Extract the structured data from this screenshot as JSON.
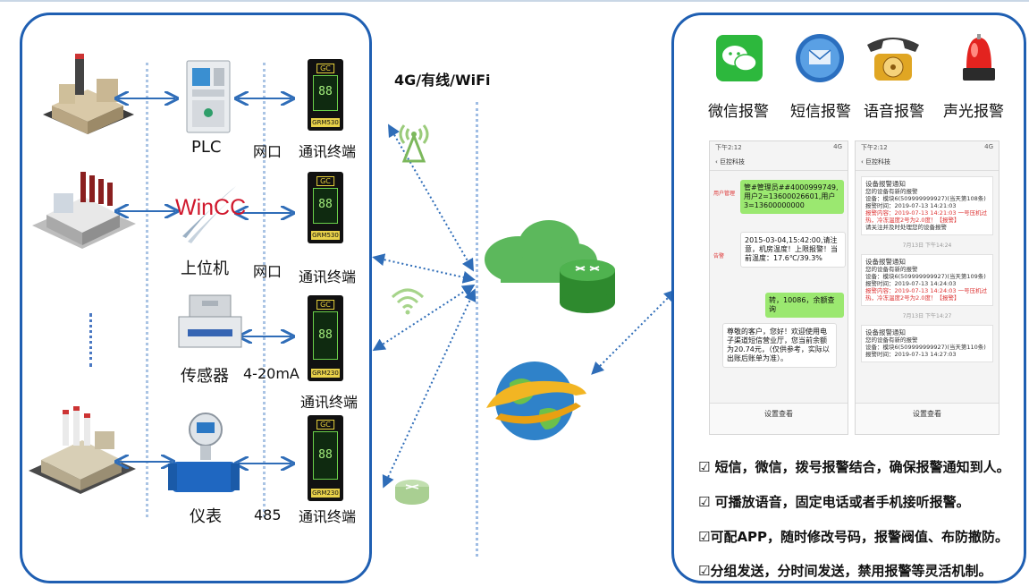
{
  "devices": {
    "plc": "PLC",
    "upper": "上位机",
    "sensor": "传感器",
    "meter": "仪表",
    "wincc": "WinCC"
  },
  "links": {
    "net1": "网口",
    "net2": "网口",
    "analog": "4-20mA",
    "rs485": "485"
  },
  "terminals": {
    "label": "通讯终端",
    "badge": "GC",
    "model1": "GRM530",
    "model2": "GRM530",
    "model3": "GRM230",
    "model4": "GRM230",
    "digits": "88"
  },
  "network": {
    "label": "4G/有线/WiFi"
  },
  "alarms": {
    "wechat": "微信报警",
    "sms": "短信报警",
    "voice": "语音报警",
    "light": "声光报警"
  },
  "phone1": {
    "time": "下午2:12",
    "signal": "4G",
    "title": "巨控科技",
    "msg1": "管#管理员##4000999749,用户2=13600026601,用户3=13600000000",
    "msg2": "2015-03-04,15:42:00,请注意，机房温度！上限报警！当前温度：17.6℃/39.3%",
    "msg3": "转，10086，余额查询",
    "msg4": "尊敬的客户，您好！欢迎使用电子渠道短信营业厅，您当前余额为20.74元，（仅供参考，实际以出账后账单为准）。",
    "tag1": "用户管理",
    "tag2": "告警",
    "footer": "设置查看"
  },
  "phone2": {
    "time": "下午2:12",
    "signal": "4G",
    "title": "巨控科技",
    "card_title": "设备报警通知",
    "card_line1": "您的设备有新的报警",
    "card_line2": "设备：模块6(509999999927)(当天第108条)",
    "card_line3": "报警时间：2019-07-13 14:21:03",
    "card_line4": "报警内容：2019-07-13 14:21:03 一号压机过热，冷冻温度2号为2.0度！【报警】",
    "card_line5": "请关注并及时处理您的设备报警",
    "card2_line2": "设备：模块6(509999999927)(当天第109条)",
    "card2_line3": "报警时间：2019-07-13 14:24:03",
    "card2_line4": "报警内容：2019-07-13 14:24:03 一号压机过热，冷冻温度2号为2.0度！【报警】",
    "card3_line2": "设备：模块6(509999999927)(当天第110条)",
    "card3_line3": "报警时间：2019-07-13 14:27:03",
    "divider1": "7月13日 下午14:24",
    "divider2": "7月13日 下午14:27",
    "footer": "设置查看"
  },
  "features": [
    "☑ 短信，微信，拨号报警结合，确保报警通知到人。",
    "☑ 可播放语音，固定电话或者手机接听报警。",
    "☑可配APP，随时修改号码，报警阀值、布防撤防。",
    "☑分组发送，分时间发送，禁用报警等灵活机制。"
  ],
  "colors": {
    "panel_border": "#1f5fb2",
    "arrow": "#2f6db8",
    "dotted": "#8fb3de",
    "cloud": "#5cb85c",
    "router": "#3e9b3e"
  }
}
